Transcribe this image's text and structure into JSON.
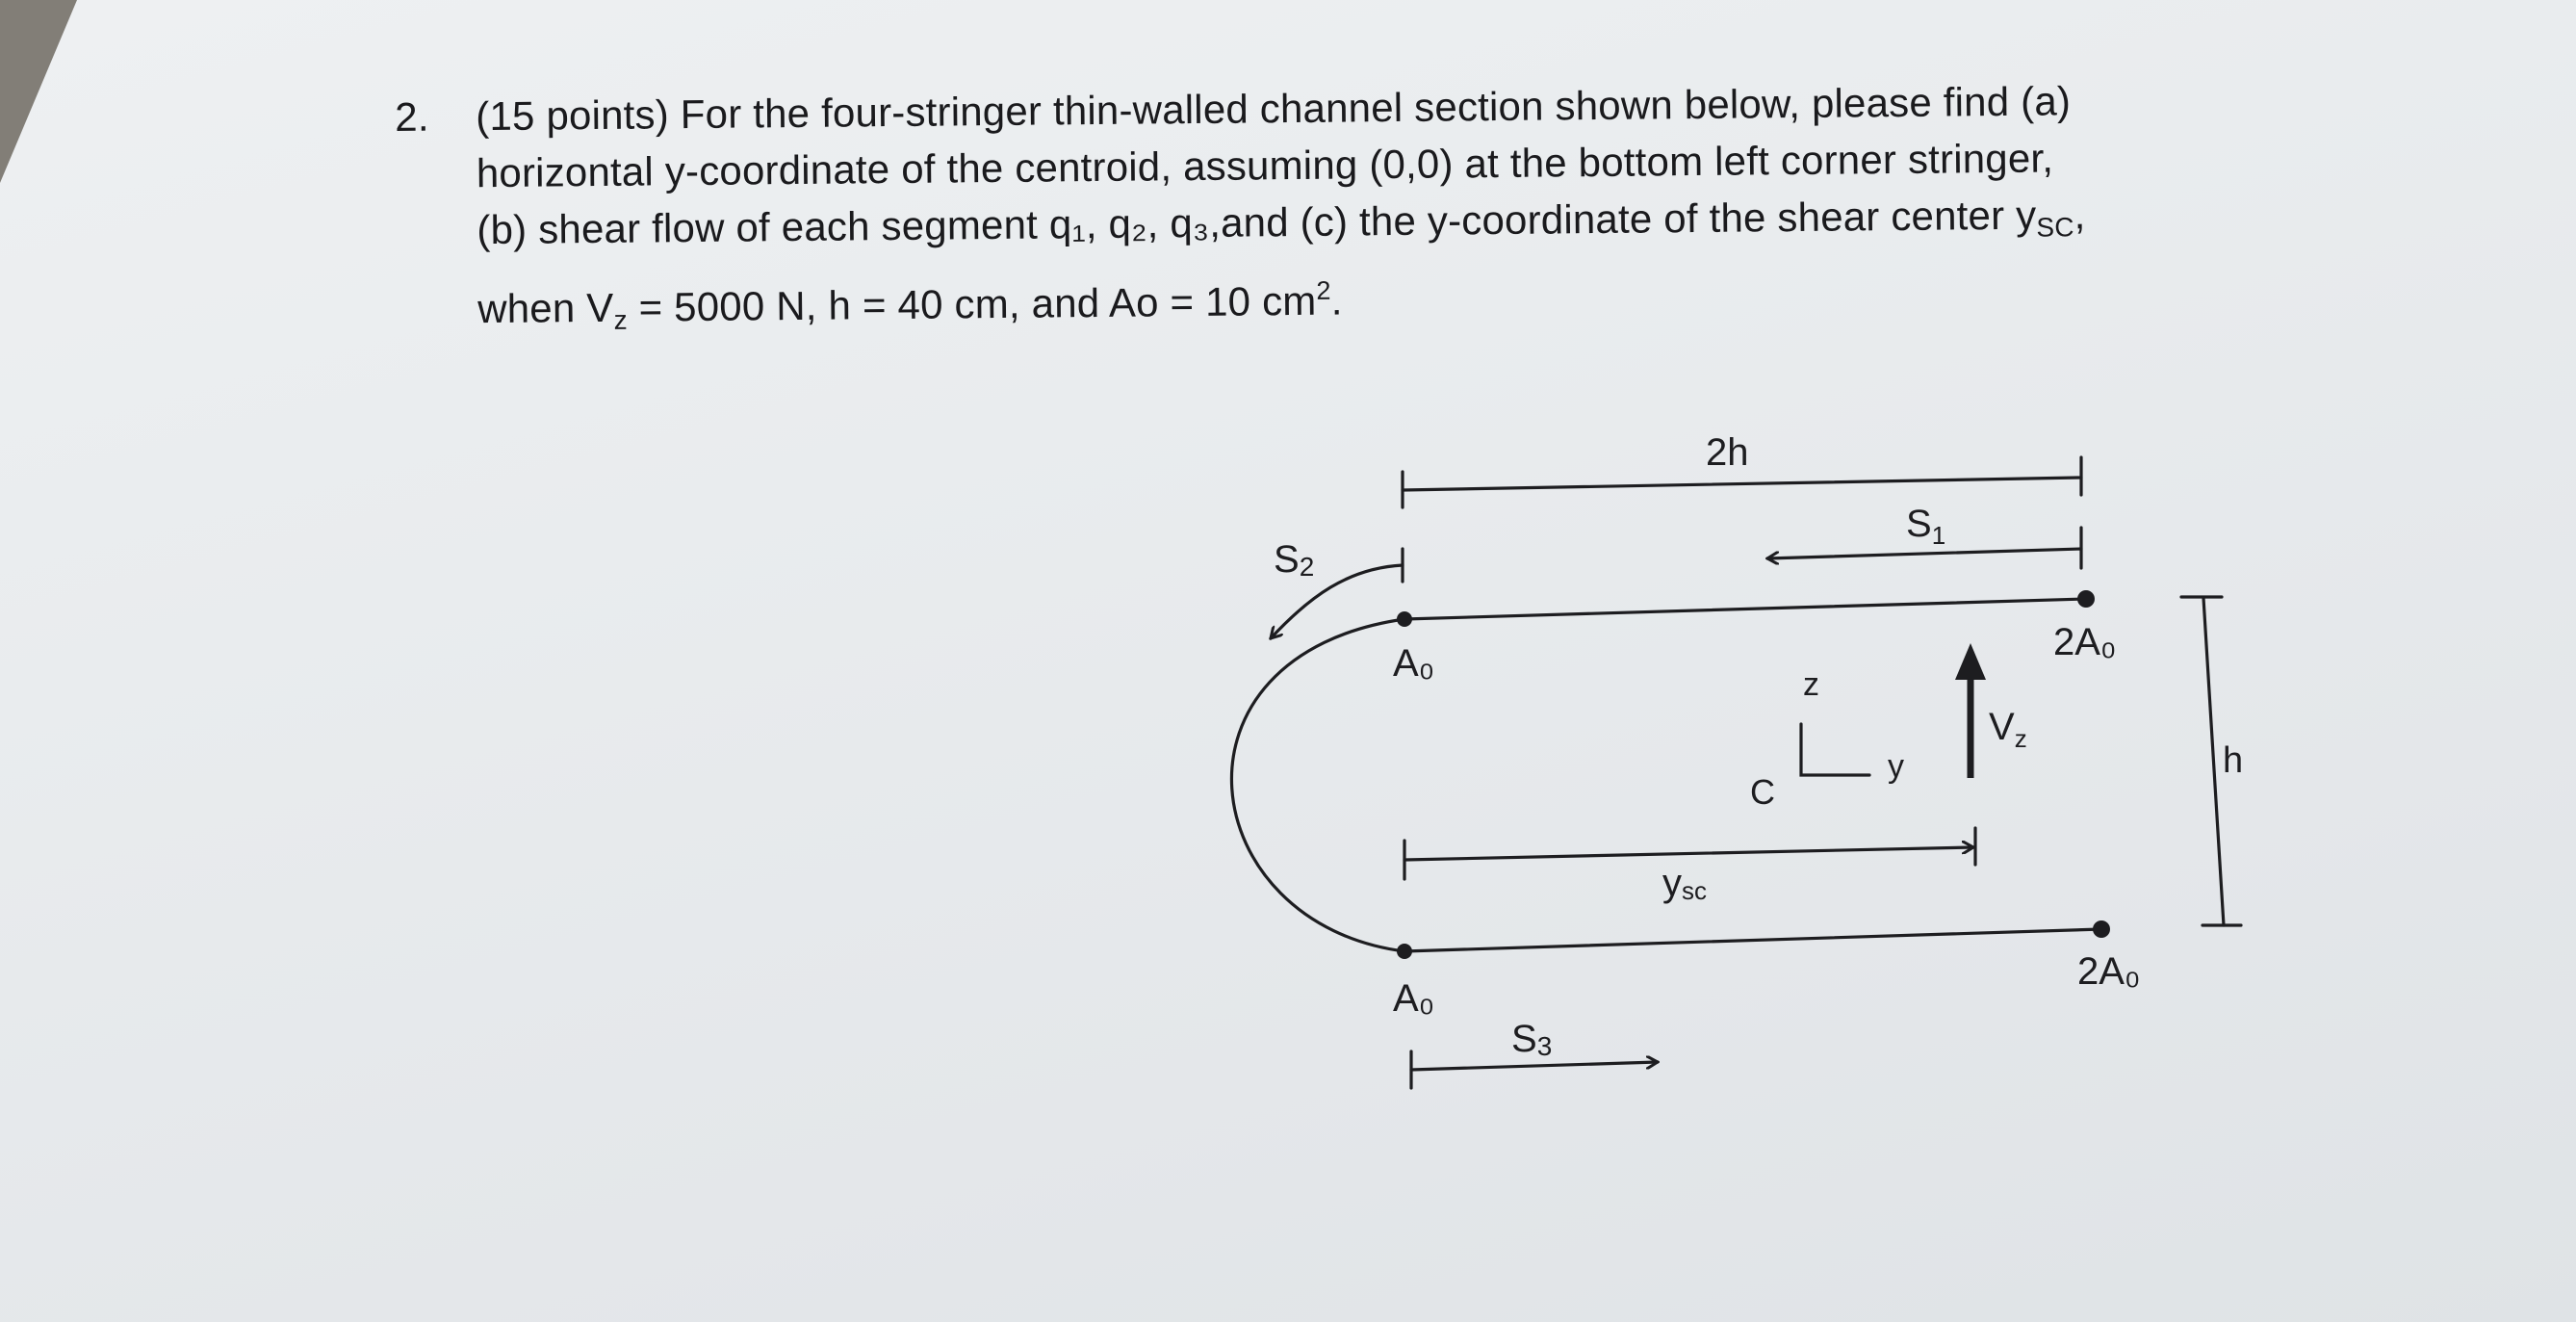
{
  "problem": {
    "number": "2.",
    "line1": "(15 points) For the four-stringer thin-walled channel section shown below, please find (a)",
    "line2": "horizontal y-coordinate of the centroid, assuming (0,0) at the bottom left corner stringer,",
    "line3": "(b) shear flow of each segment q₁, q₂, q₃,and (c) the y-coordinate of the shear center y",
    "line3_sub": "SC",
    "line3_end": ",",
    "line4_a": "when V",
    "line4_a_sub": "z",
    "line4_b": " = 5000 N, h = 40 cm, and Ao = 10 cm",
    "line4_b_sup": "2",
    "line4_c": "."
  },
  "figure": {
    "dim_top": "2h",
    "dim_right": "h",
    "label_s1": "S",
    "label_s1_sub": "1",
    "label_s2": "S",
    "label_s2_sub": "2",
    "label_s3": "S",
    "label_s3_sub": "3",
    "stringer_top_left": "A₀",
    "stringer_bottom_left": "A₀",
    "stringer_top_right": "2A₀",
    "stringer_bottom_right": "2A₀",
    "centroid": "C",
    "axis_z": "z",
    "axis_y": "y",
    "shear_force": "V",
    "shear_force_sub": "z",
    "shear_center_dim": "y",
    "shear_center_dim_sub": "sc"
  },
  "colors": {
    "ink": "#1d1d20",
    "paper": "#e9ecee"
  }
}
